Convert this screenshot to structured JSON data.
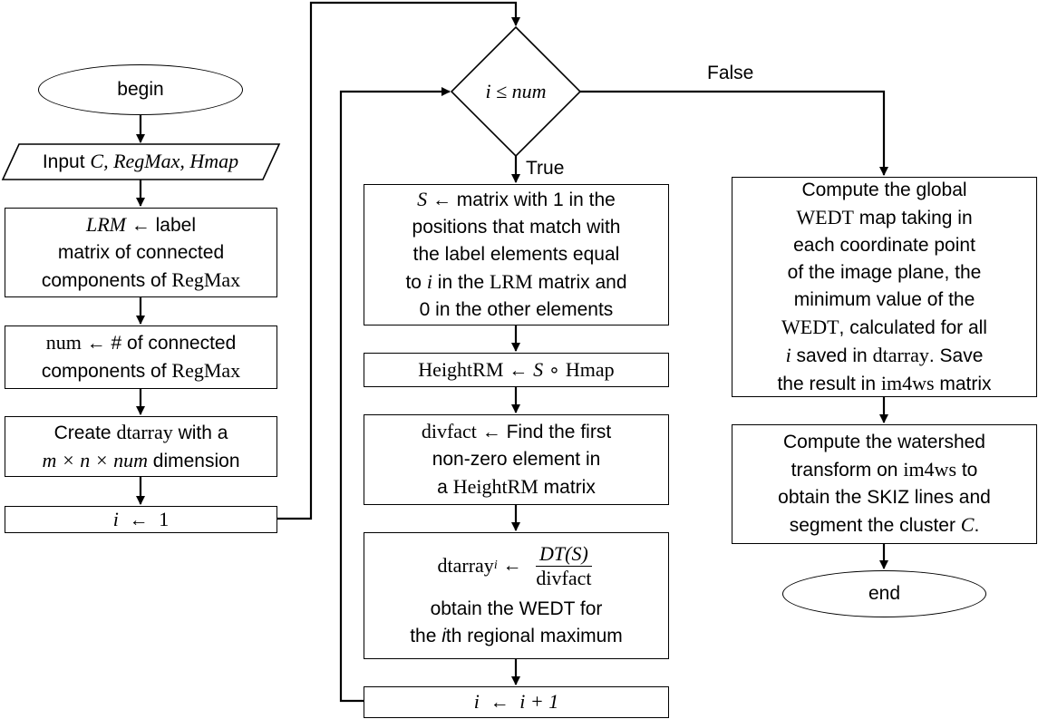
{
  "nodes": {
    "begin": {
      "label": "begin"
    },
    "input": {
      "prefix": "Input ",
      "vars": "C, RegMax, Hmap"
    },
    "lrm": {
      "var": "LRM",
      "arrow": " ← ",
      "line1_text": "label",
      "line2": "matrix of connected",
      "line3_text": "components of ",
      "line3_math": "RegMax"
    },
    "num": {
      "var": "num",
      "arrow": " ← ",
      "line1_text": "# of connected",
      "line2_text": "components of ",
      "line2_math": "RegMax"
    },
    "create": {
      "line1_text": "Create ",
      "line1_math": "dtarray",
      "line1_tail": " with a",
      "line2_math": "m × n × num",
      "line2_text": " dimension"
    },
    "init": {
      "var": "i",
      "arrow": "  ←  ",
      "value": "1"
    },
    "condition": {
      "math": "i ≤ num"
    },
    "s": {
      "var": "S",
      "arrow": " ← ",
      "line1_text": "matrix with 1 in the",
      "line2": "positions that match with",
      "line3": "the label elements equal",
      "line4_text1": "to ",
      "line4_var": "i",
      "line4_text2": " in the ",
      "line4_math": "LRM",
      "line4_text3": " matrix and",
      "line5": "0 in the other elements"
    },
    "height": {
      "lhs": "HeightRM",
      "arrow": " ← ",
      "rhs_var": "S",
      "rhs_op": " ∘ ",
      "rhs_math": "Hmap"
    },
    "divfact": {
      "var": "divfact",
      "arrow": " ← ",
      "line1_text": "Find the first",
      "line2": "non-zero element in",
      "line3_text": "a ",
      "line3_math": "HeightRM",
      "line3_tail": " matrix"
    },
    "dtarray": {
      "lhs": "dtarray",
      "sup": "i",
      "arrow": " ← ",
      "numerator": "DT(S)",
      "denominator": "divfact",
      "line2": "obtain the WEDT for",
      "line3_pre": "the ",
      "line3_italic": "i",
      "line3_post": "th regional maximum"
    },
    "increment": {
      "var": "i",
      "arrow": "  ←  ",
      "rhs": "i + 1"
    },
    "global": {
      "line1": "Compute the global",
      "line2_math": "WEDT",
      "line2_text": " map taking in",
      "line3": "each coordinate point",
      "line4": "of the image plane, the",
      "line5": "minimum value of the",
      "line6_math": "WEDT",
      "line6_text": ", calculated for all",
      "line7_var": "i",
      "line7_text": " saved in ",
      "line7_math": "dtarray",
      "line7_tail": ". Save",
      "line8_text": "the result in ",
      "line8_math": "im4ws",
      "line8_tail": " matrix"
    },
    "watershed": {
      "line1": "Compute the watershed",
      "line2_text": "transform on ",
      "line2_math": "im4ws",
      "line2_tail": " to",
      "line3": "obtain the SKIZ lines and",
      "line4_text": "segment the cluster ",
      "line4_var": "C",
      "line4_tail": "."
    },
    "end": {
      "label": "end"
    }
  },
  "edges": {
    "true_label": "True",
    "false_label": "False"
  }
}
